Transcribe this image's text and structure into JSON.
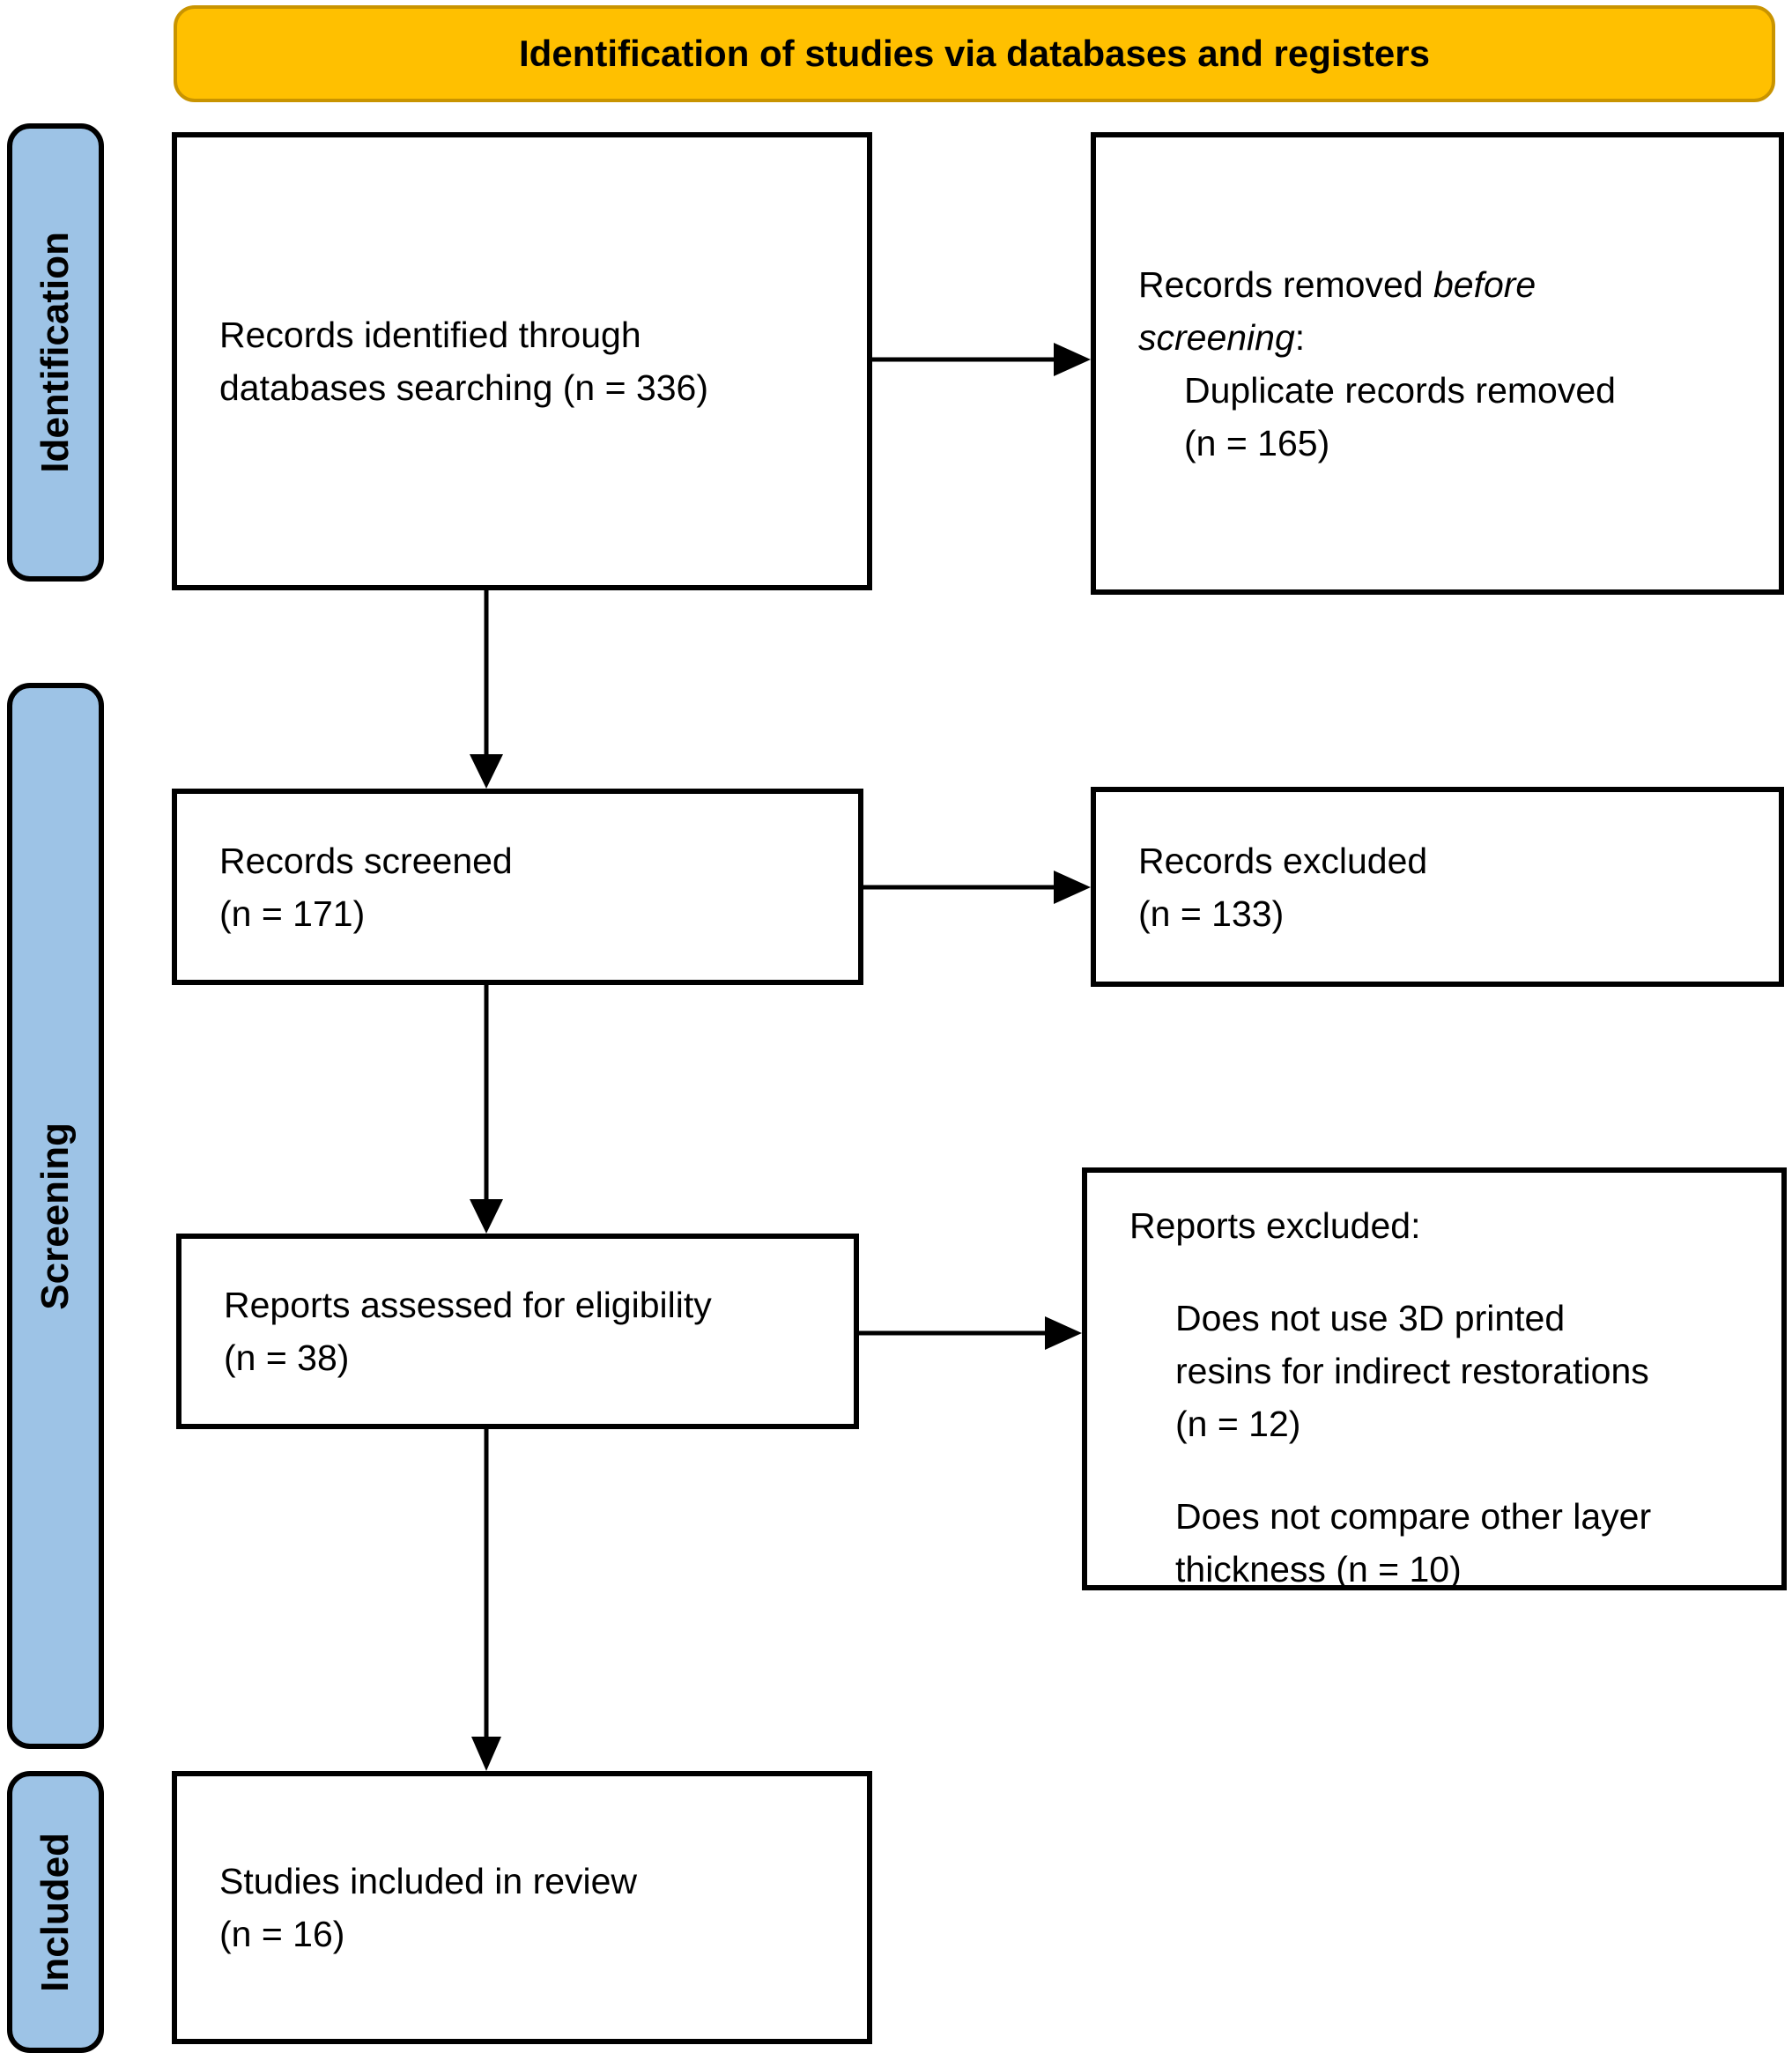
{
  "header": {
    "title": "Identification of studies via databases and registers"
  },
  "stages": {
    "identification": "Identification",
    "screening": "Screening",
    "included": "Included"
  },
  "boxes": {
    "records_identified": {
      "lines": [
        "Records identified through",
        "databases searching (n = 336)"
      ]
    },
    "records_removed": {
      "line1_normal": "Records removed ",
      "line1_italic": "before",
      "line2_italic": "screening",
      "line2_normal": ":",
      "detail_lines": [
        "Duplicate records removed",
        "(n = 165)"
      ]
    },
    "records_screened": {
      "lines": [
        "Records screened",
        "(n = 171)"
      ]
    },
    "records_excluded": {
      "lines": [
        "Records excluded",
        "(n = 133)"
      ]
    },
    "reports_assessed": {
      "lines": [
        "Reports assessed for eligibility",
        "(n = 38)"
      ]
    },
    "reports_excluded": {
      "title": "Reports excluded:",
      "items": [
        {
          "lines": [
            "Does not use 3D printed",
            "resins for indirect restorations",
            "(n = 12)"
          ]
        },
        {
          "lines": [
            "Does not compare other layer",
            "thickness (n = 10)"
          ]
        }
      ]
    },
    "studies_included": {
      "lines": [
        "Studies included in review",
        "(n = 16)"
      ]
    }
  },
  "colors": {
    "header_bg": "#FFC000",
    "stage_bg": "#9DC3E6",
    "box_border": "#000000",
    "arrow": "#000000"
  }
}
